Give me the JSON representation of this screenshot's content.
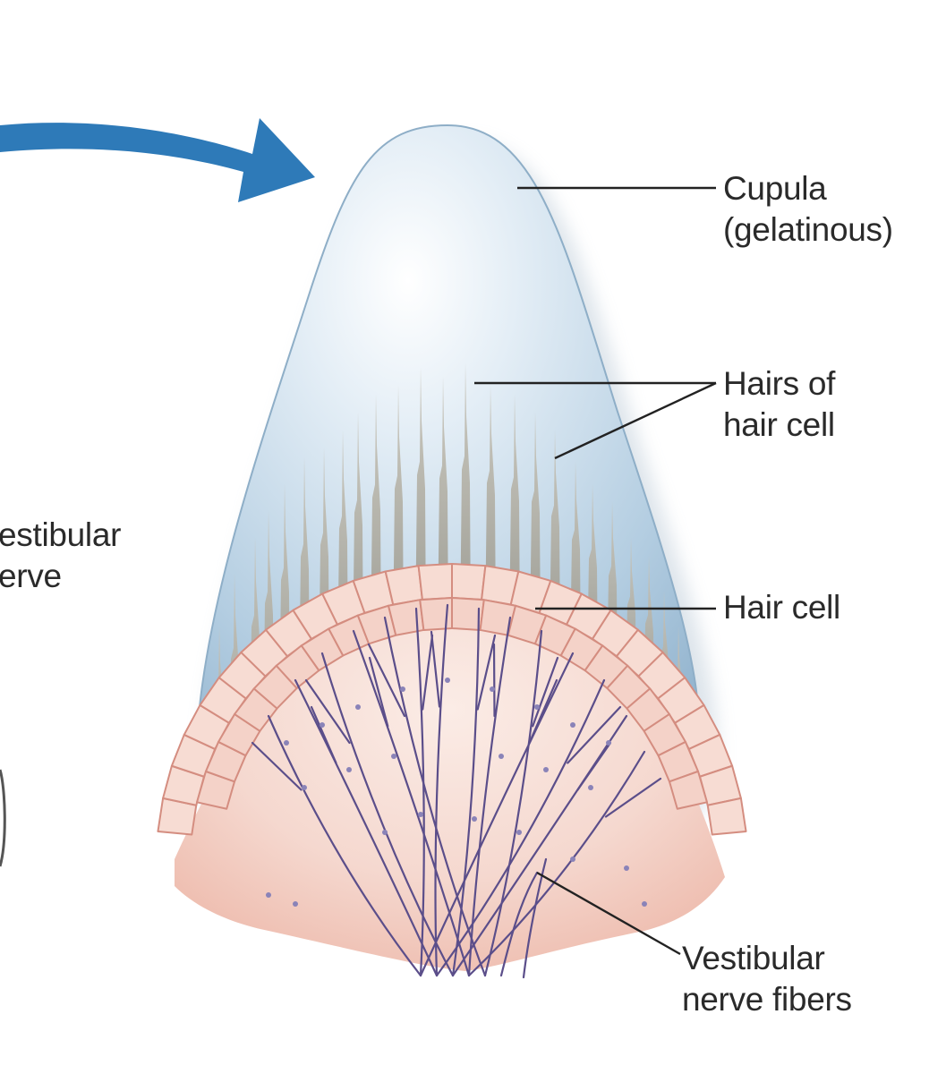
{
  "labels": {
    "cupula": [
      "Cupula",
      "(gelatinous)"
    ],
    "hairs": [
      "Hairs of",
      "hair cell"
    ],
    "hair_cell": [
      "Hair cell"
    ],
    "fibers": [
      "Vestibular",
      "nerve fibers"
    ],
    "left_cut": [
      "estibular",
      "erve"
    ]
  },
  "colors": {
    "arrow": "#2e7ab8",
    "cupula": "#a9c8df",
    "hair": "#a8a59a",
    "epithelium": "#f2cfc4",
    "cell_outline": "#d48d80",
    "nerve": "#5b4e8a",
    "leader": "#222222"
  }
}
